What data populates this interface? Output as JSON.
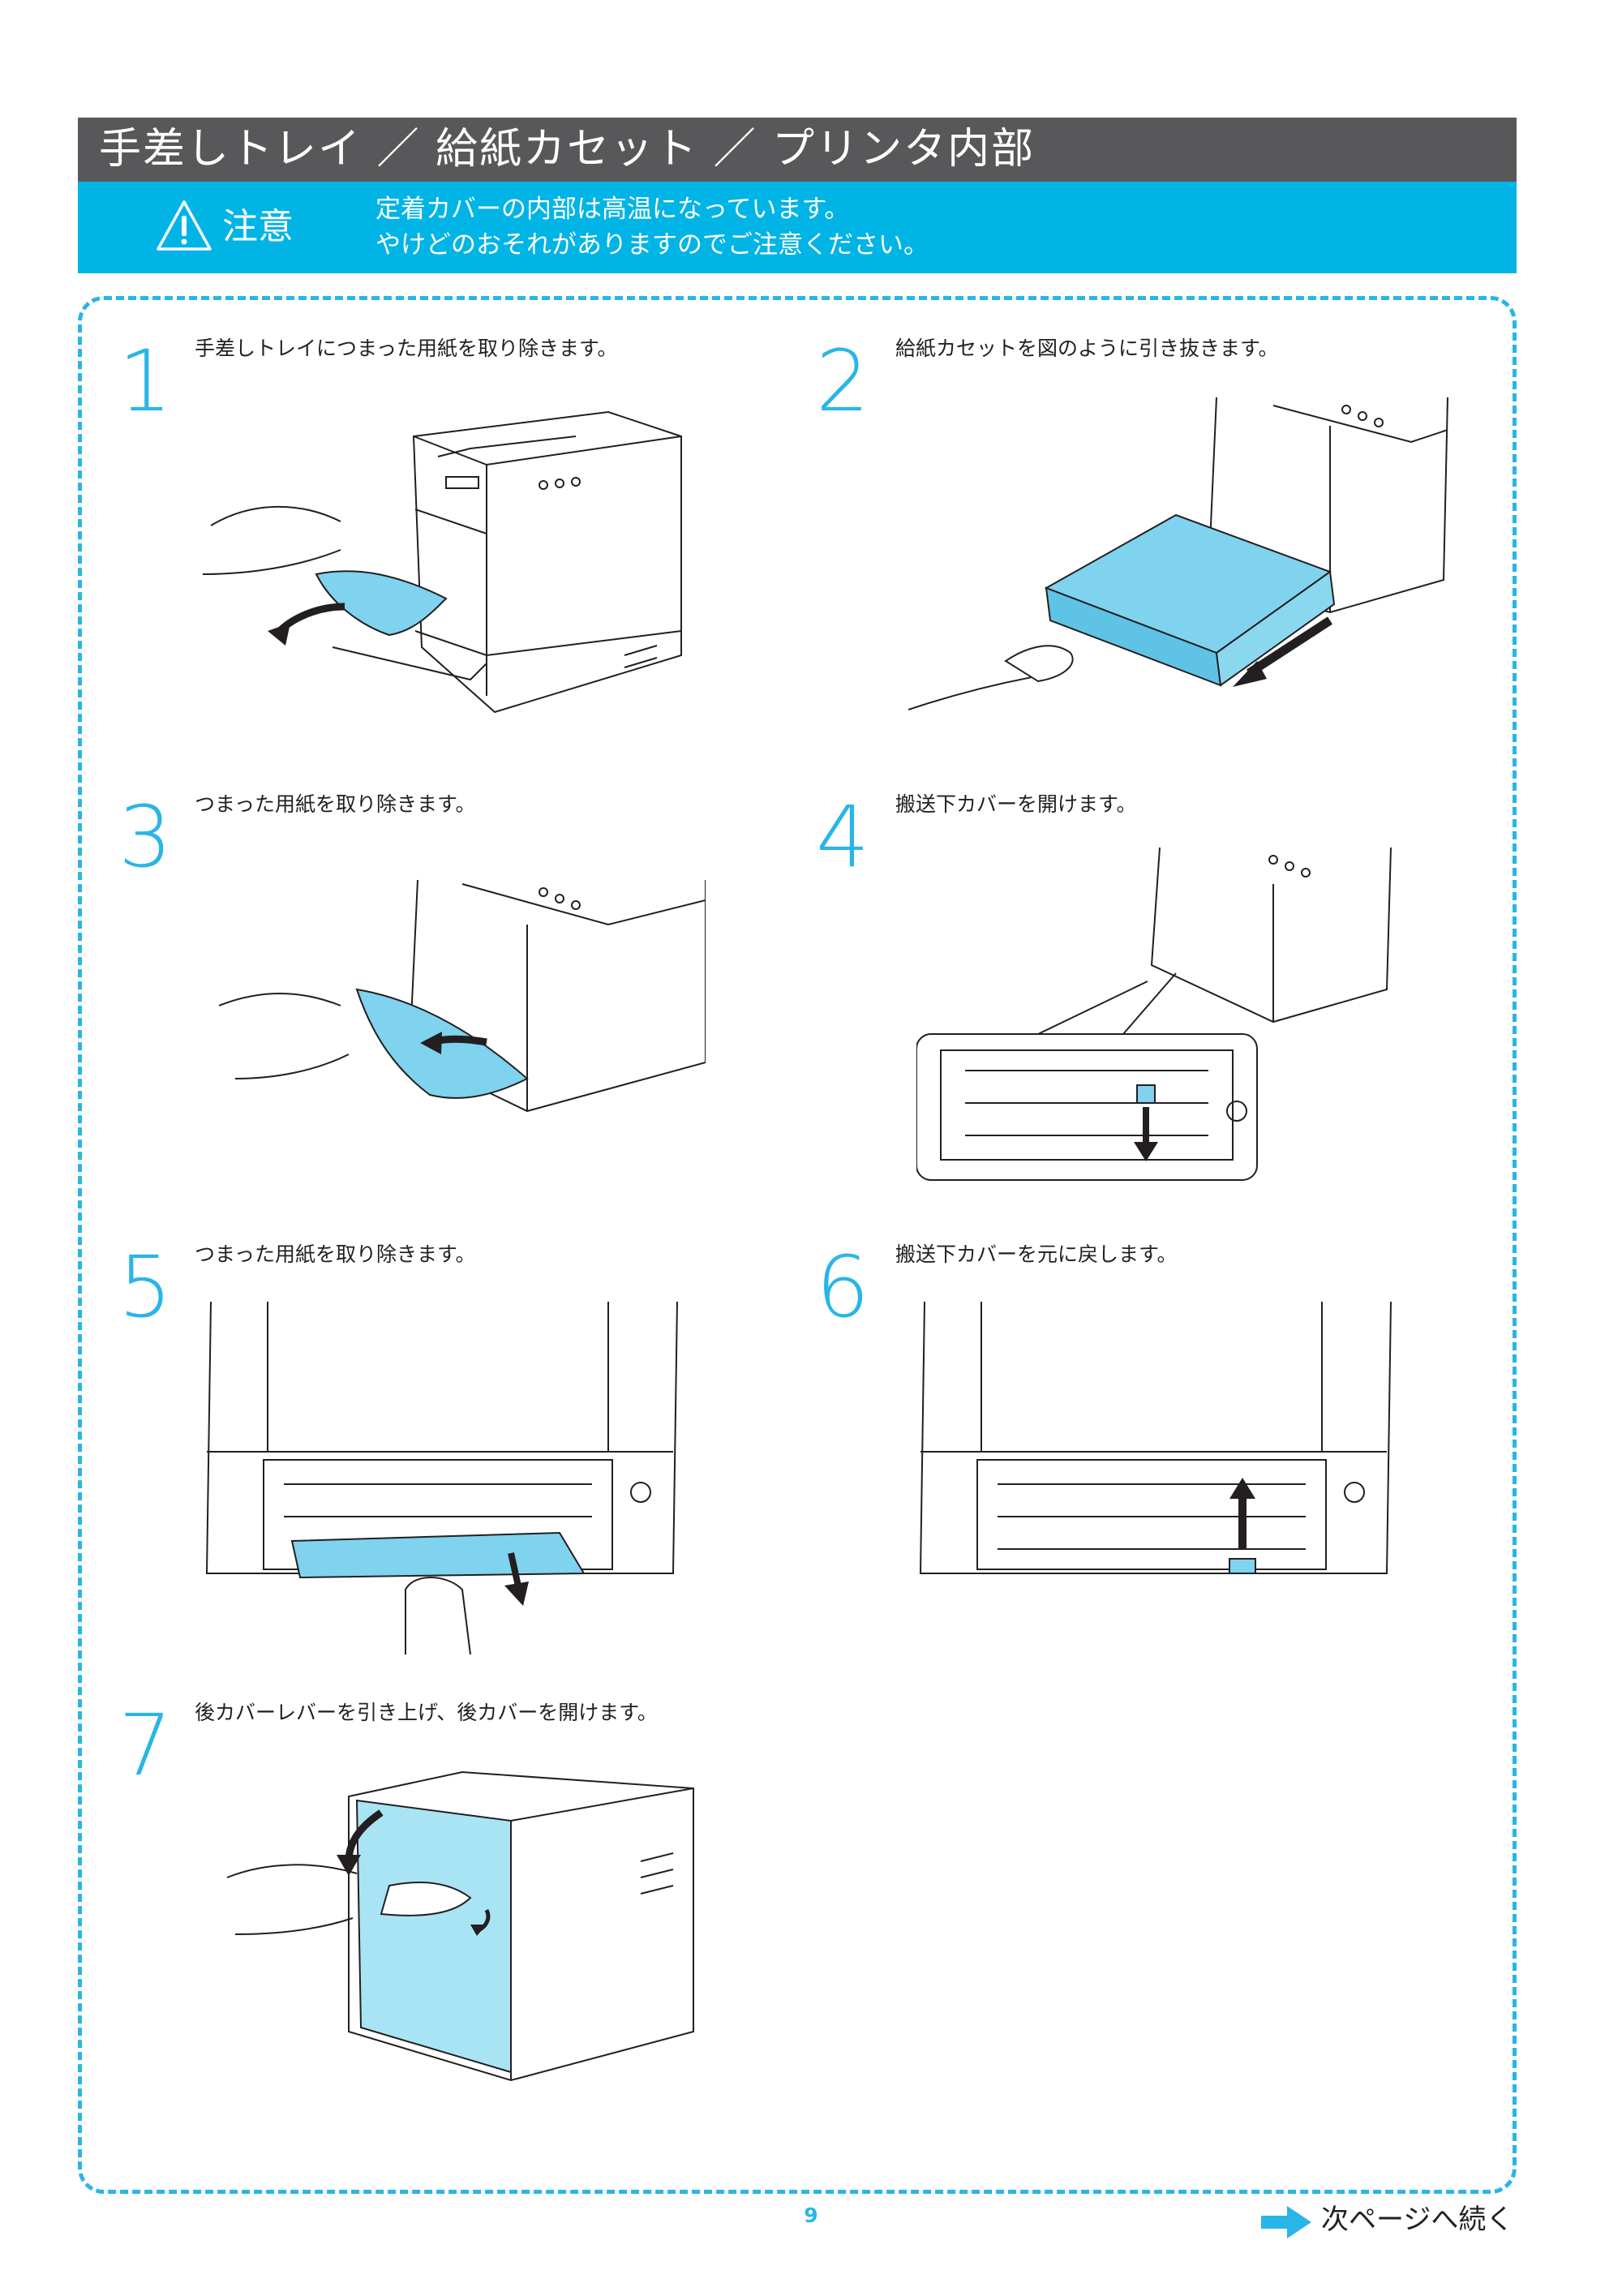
{
  "header": {
    "title": "手差しトレイ ／ 給紙カセット ／ プリンタ内部"
  },
  "caution": {
    "icon": "warning-triangle-icon",
    "label": "注意",
    "lines": [
      "定着カバーの内部は高温になっています。",
      "やけどのおそれがありますのでご注意ください。"
    ]
  },
  "steps": [
    {
      "number": "1",
      "text": "手差しトレイにつまった用紙を取り除きます。"
    },
    {
      "number": "2",
      "text": "給紙カセットを図のように引き抜きます。"
    },
    {
      "number": "3",
      "text": "つまった用紙を取り除きます。"
    },
    {
      "number": "4",
      "text": "搬送下カバーを開けます。"
    },
    {
      "number": "5",
      "text": "つまった用紙を取り除きます。"
    },
    {
      "number": "6",
      "text": "搬送下カバーを元に戻します。"
    },
    {
      "number": "7",
      "text": "後カバーレバーを引き上げ、後カバーを開けます。"
    }
  ],
  "footer": {
    "page_number": "9",
    "continue_text": "次ページへ続く",
    "continue_icon": "arrow-right-icon"
  },
  "colors": {
    "accent": "#29b5e8",
    "caution_bg": "#00b4e6",
    "title_bg": "#58585a",
    "paper_highlight": "#7fd3ee"
  }
}
